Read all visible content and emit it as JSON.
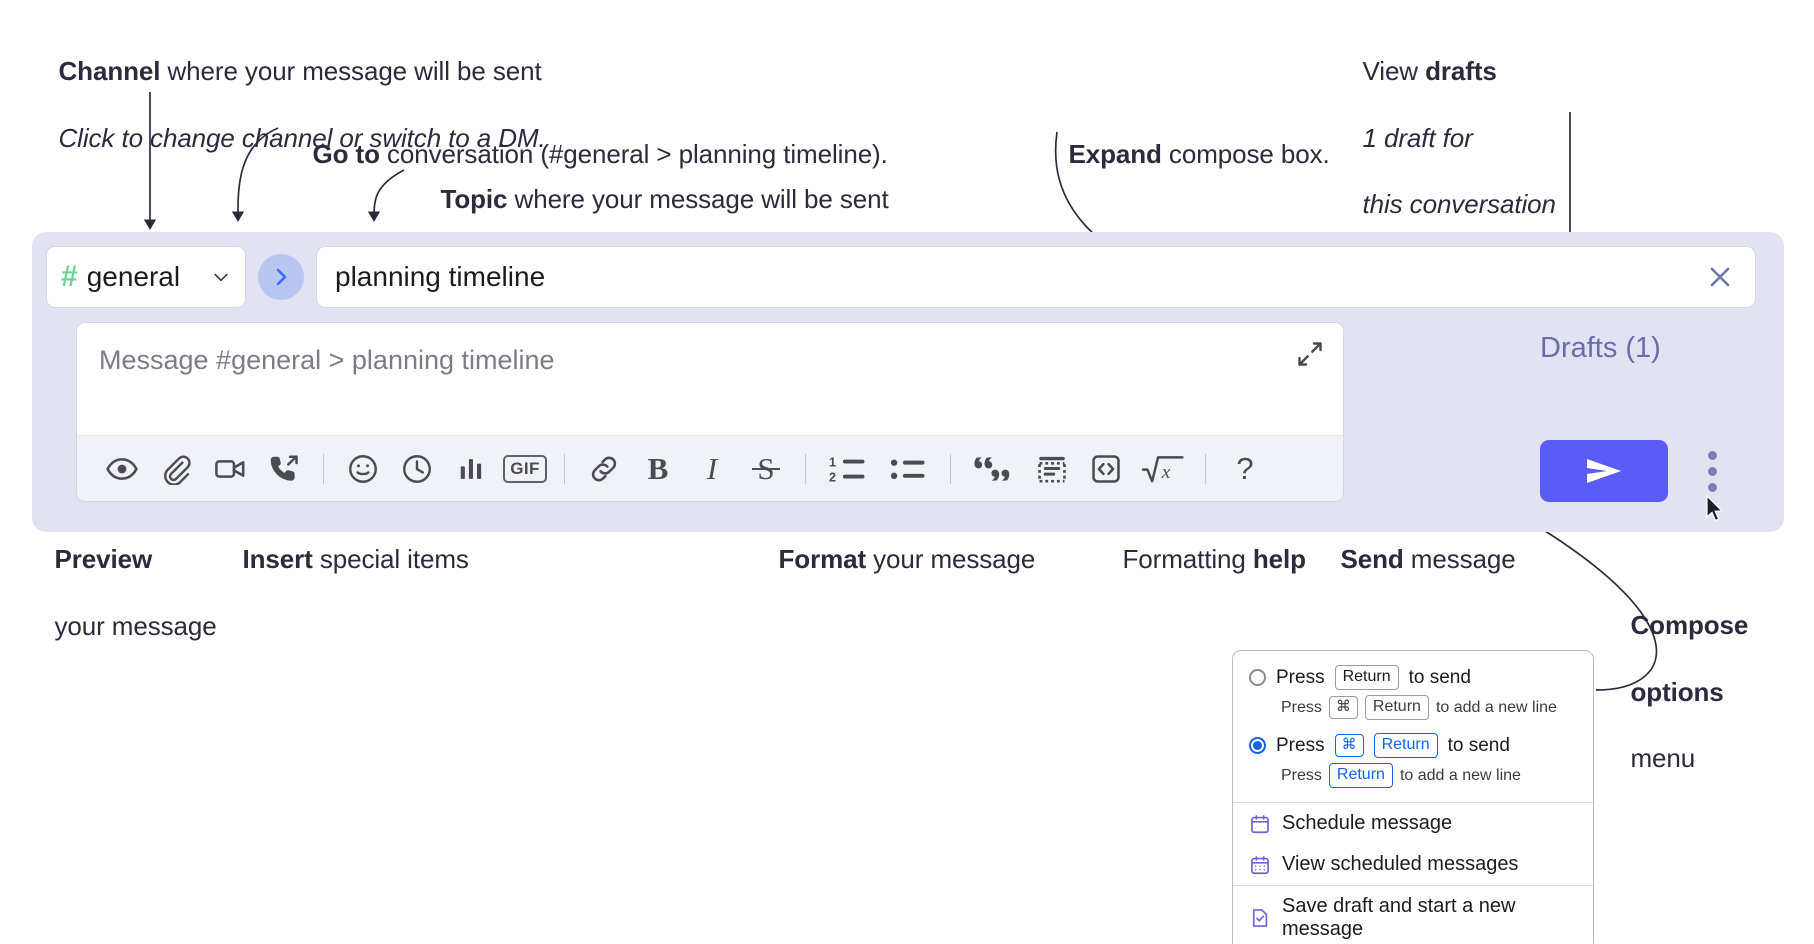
{
  "annotations": {
    "channel": {
      "bold": "Channel",
      "rest": " where your message will be sent",
      "italic": "Click to change channel or switch to a DM."
    },
    "goto": {
      "bold": "Go to",
      "rest": " conversation (#general > planning timeline)."
    },
    "topic": {
      "bold": "Topic",
      "rest": " where your message will be sent"
    },
    "expand": {
      "bold": "Expand",
      "rest": " compose box."
    },
    "drafts": {
      "plain": "View ",
      "bold": "drafts",
      "italic1": "1 draft for",
      "italic2": "this conversation"
    },
    "preview": {
      "bold": "Preview",
      "rest": "your message"
    },
    "insert": {
      "bold": "Insert",
      "rest": " special items"
    },
    "format": {
      "bold": "Format",
      "rest": " your message"
    },
    "help": {
      "plain": "Formatting ",
      "bold": "help"
    },
    "send": {
      "bold": "Send",
      "rest": " message"
    },
    "compose_options": {
      "bold1": "Compose",
      "bold2": "options",
      "plain": "menu"
    }
  },
  "compose": {
    "channel": {
      "hash": "#",
      "name": "general",
      "chevron_icon": "chevron-down-icon"
    },
    "goto_button": {
      "icon": "chevron-right-icon"
    },
    "topic": {
      "value": "planning timeline",
      "clear_icon": "close-icon"
    },
    "message": {
      "placeholder": "Message #general > planning timeline",
      "value": "",
      "expand_icon": "expand-icon"
    },
    "panel_close_icon": "close-icon",
    "drafts_label": "Drafts (1)",
    "send_icon": "send-paper-plane-icon",
    "compose_options_icon": "kebab-menu-icon"
  },
  "toolbar": {
    "groups": [
      {
        "name": "insert",
        "items": [
          {
            "name": "preview-button",
            "icon": "eye-icon",
            "label": "Preview"
          },
          {
            "name": "attach-button",
            "icon": "paperclip-icon",
            "label": "Attach file"
          },
          {
            "name": "video-button",
            "icon": "video-camera-icon",
            "label": "Record video clip"
          },
          {
            "name": "audio-button",
            "icon": "phone-forward-icon",
            "label": "Record audio clip"
          }
        ]
      },
      {
        "name": "insert-2",
        "items": [
          {
            "name": "emoji-button",
            "icon": "emoji-smiley-icon",
            "label": "Emoji"
          },
          {
            "name": "reminder-button",
            "icon": "clock-icon",
            "label": "Reminder"
          },
          {
            "name": "poll-button",
            "icon": "bar-chart-icon",
            "label": "Poll"
          },
          {
            "name": "gif-button",
            "icon": "gif-icon",
            "label": "GIF"
          }
        ]
      },
      {
        "name": "format",
        "items": [
          {
            "name": "link-button",
            "icon": "link-icon",
            "label": "Link"
          },
          {
            "name": "bold-button",
            "icon": "bold-icon",
            "label": "B"
          },
          {
            "name": "italic-button",
            "icon": "italic-icon",
            "label": "I"
          },
          {
            "name": "strikethrough-button",
            "icon": "strikethrough-icon",
            "label": "S"
          }
        ]
      },
      {
        "name": "lists",
        "items": [
          {
            "name": "ordered-list-button",
            "icon": "ordered-list-icon",
            "label": "Ordered list"
          },
          {
            "name": "bulleted-list-button",
            "icon": "bulleted-list-icon",
            "label": "Bulleted list"
          }
        ]
      },
      {
        "name": "blocks",
        "items": [
          {
            "name": "blockquote-button",
            "icon": "blockquote-icon",
            "label": "Blockquote"
          },
          {
            "name": "code-block-button",
            "icon": "code-block-icon",
            "label": "Code block"
          },
          {
            "name": "code-button",
            "icon": "code-inline-icon",
            "label": "Code"
          },
          {
            "name": "math-button",
            "icon": "square-root-x-icon",
            "label": "Math"
          }
        ]
      },
      {
        "name": "help",
        "items": [
          {
            "name": "formatting-help-button",
            "icon": "question-mark-icon",
            "label": "?"
          }
        ]
      }
    ]
  },
  "compose_menu": {
    "options": [
      {
        "selected": false,
        "main_prefix": "Press",
        "main_keys": [
          "Return"
        ],
        "main_suffix": "to send",
        "sub_prefix": "Press",
        "sub_keys": [
          "⌘",
          "Return"
        ],
        "sub_suffix": "to add a new line"
      },
      {
        "selected": true,
        "main_prefix": "Press",
        "main_keys": [
          "⌘",
          "Return"
        ],
        "main_suffix": "to send",
        "sub_prefix": "Press",
        "sub_keys": [
          "Return"
        ],
        "sub_suffix": "to add a new line"
      }
    ],
    "items": [
      {
        "icon": "calendar-schedule-icon",
        "label": "Schedule message"
      },
      {
        "icon": "calendar-grid-icon",
        "label": "View scheduled messages"
      },
      {
        "icon": "save-draft-icon",
        "label": "Save draft and start a new message"
      }
    ]
  },
  "colors": {
    "panel_bg": "#e2e3f2",
    "send_button": "#5b5bf5",
    "hash_green": "#6fd19a",
    "goto_blue": "#b9c6f2",
    "drafts_text": "#6b6ca8",
    "accent_blue": "#1264f0",
    "menu_icon_purple": "#6b63d6",
    "anno_text": "#2b2b3d"
  }
}
